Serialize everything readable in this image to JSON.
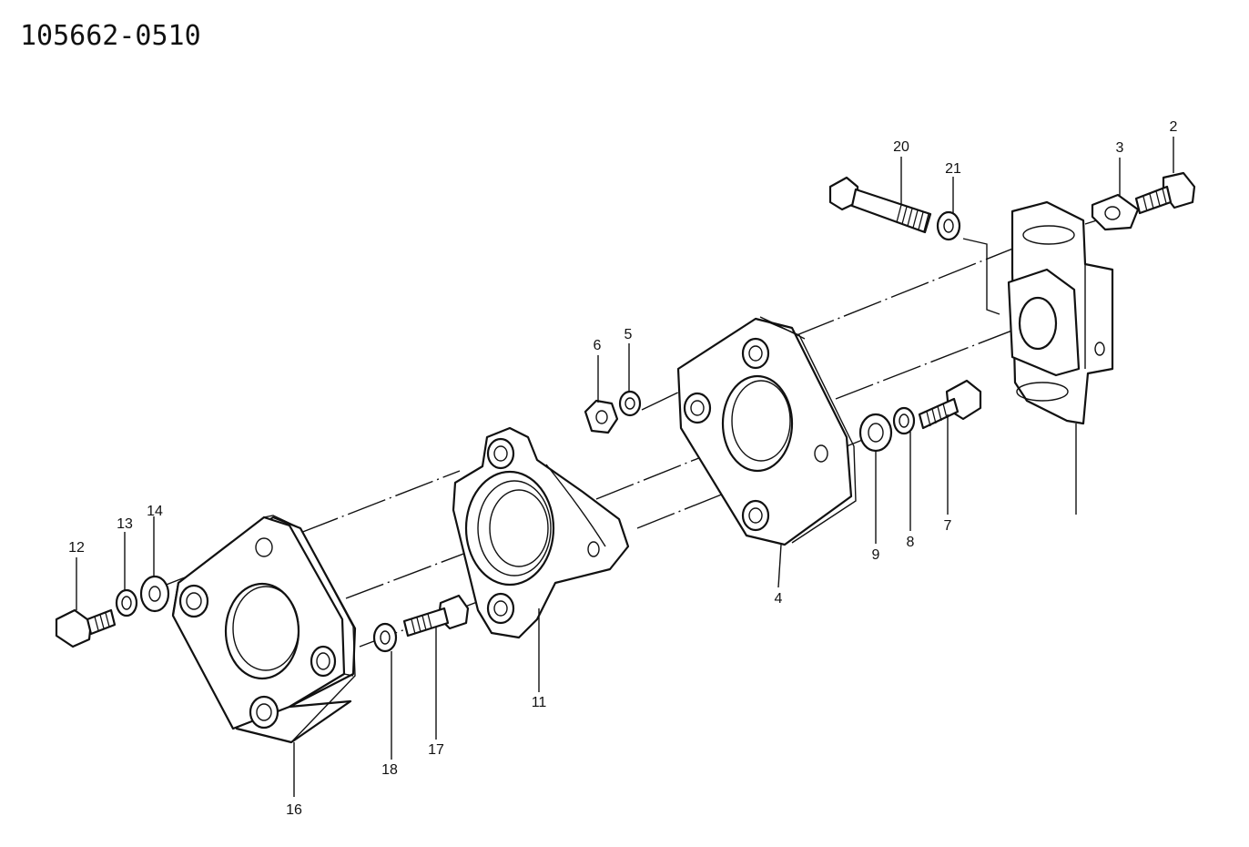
{
  "diagram": {
    "code": "105662-0510",
    "callouts": [
      "2",
      "3",
      "4",
      "5",
      "6",
      "7",
      "8",
      "9",
      "11",
      "12",
      "13",
      "14",
      "16",
      "17",
      "18",
      "20",
      "21"
    ]
  }
}
